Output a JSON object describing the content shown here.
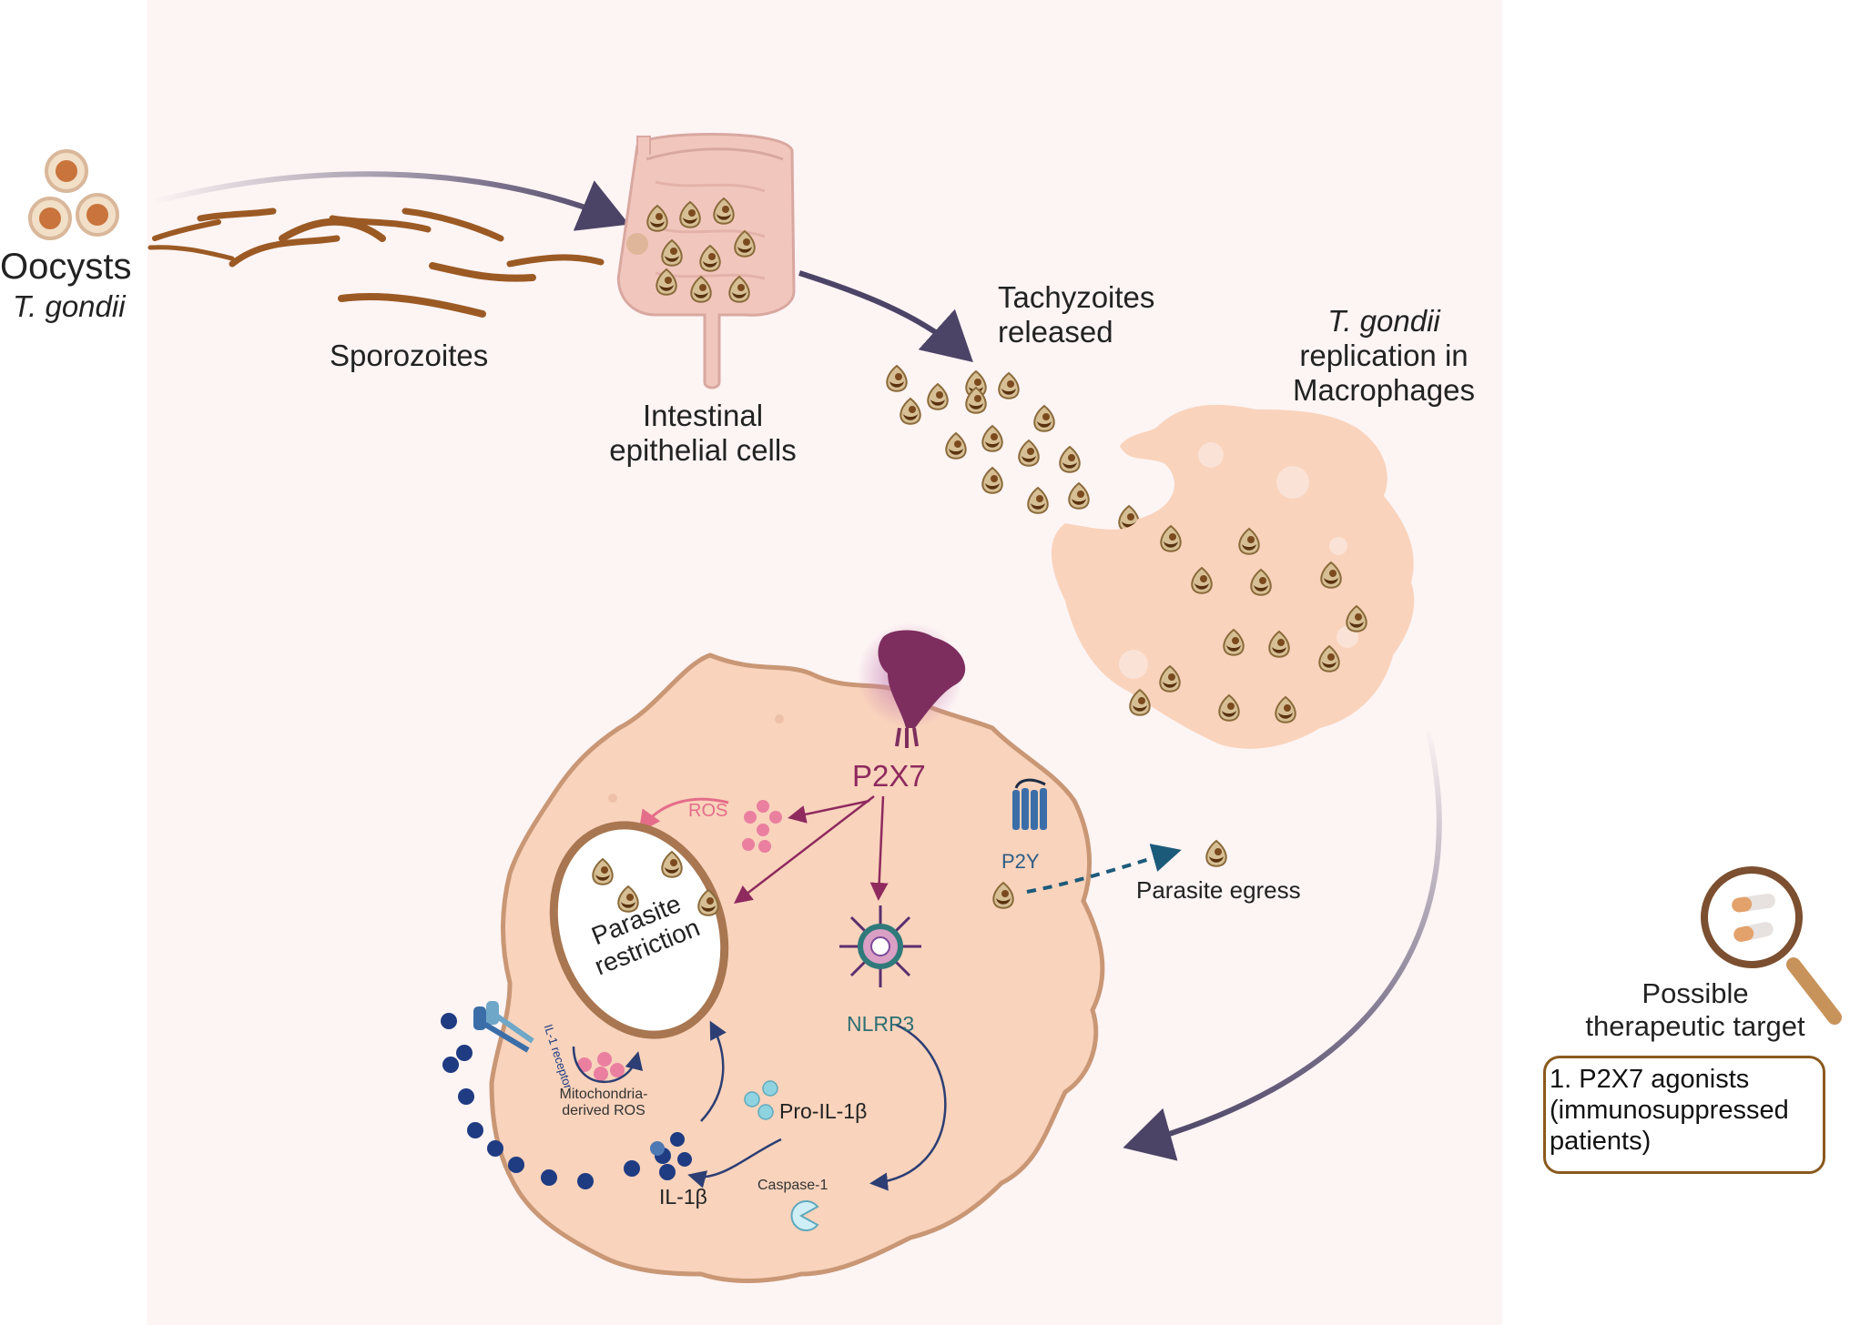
{
  "labels": {
    "oocysts": "Oocysts",
    "oocysts_species": "T. gondii",
    "sporozoites": "Sporozoites",
    "intestinal_line1": "Intestinal",
    "intestinal_line2": "epithelial cells",
    "tachyzoites_line1": "Tachyzoites",
    "tachyzoites_line2": "released",
    "replication_line1": "T. gondii",
    "replication_line2": "replication in",
    "replication_line3": "Macrophages",
    "p2x7": "P2X7",
    "ros": "ROS",
    "restriction_line1": "Parasite",
    "restriction_line2": "restriction",
    "nlrp3": "NLRP3",
    "p2y": "P2Y",
    "parasite_egress": "Parasite egress",
    "il1_receptor_line1": "IL-1",
    "il1_receptor_line2": "receptor",
    "mito_ros_line1": "Mitochondria-",
    "mito_ros_line2": "derived ROS",
    "pro_il1b": "Pro-IL-1β",
    "caspase1": "Caspase-1",
    "il1b": "IL-1β",
    "possible_line1": "Possible",
    "possible_line2": "therapeutic target",
    "therapy_item": "1.  P2X7 agonists (immunosuppressed patients)"
  },
  "colors": {
    "panel_bg": "#fdf4f4",
    "cell_fill": "#f9d3bc",
    "cell_stroke": "#c99775",
    "p2x7": "#8e2a5e",
    "ros": "#e46d8a",
    "nlrp3": "#2e6f74",
    "p2y": "#2c5c86",
    "il1b_dots": "#1f3b82",
    "arrow_dark": "#4c4466",
    "box_border": "#8a5a1e"
  }
}
